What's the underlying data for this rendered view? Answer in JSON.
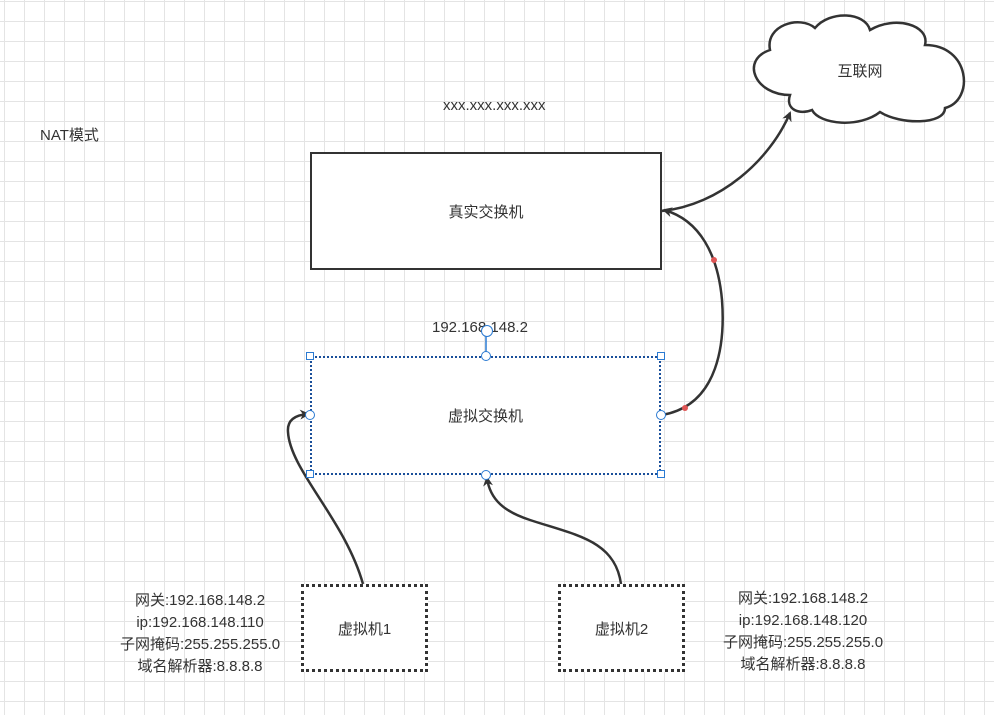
{
  "mode_label": "NAT模式",
  "internet": {
    "label": "互联网"
  },
  "real_switch": {
    "label": "真实交换机",
    "ip_label": "xxx.xxx.xxx.xxx"
  },
  "virtual_switch": {
    "label": "虚拟交换机",
    "ip_label": "192.168.148.2"
  },
  "vm1": {
    "label": "虚拟机1",
    "config": [
      "网关:192.168.148.2",
      "ip:192.168.148.110",
      "子网掩码:255.255.255.0",
      "域名解析器:8.8.8.8"
    ]
  },
  "vm2": {
    "label": "虚拟机2",
    "config": [
      "网关:192.168.148.2",
      "ip:192.168.148.120",
      "子网掩码:255.255.255.0",
      "域名解析器:8.8.8.8"
    ]
  },
  "colors": {
    "line": "#333333",
    "selection": "#2a7ad2",
    "waypoint": "#e05555"
  },
  "icons": [
    "cloud-icon"
  ]
}
